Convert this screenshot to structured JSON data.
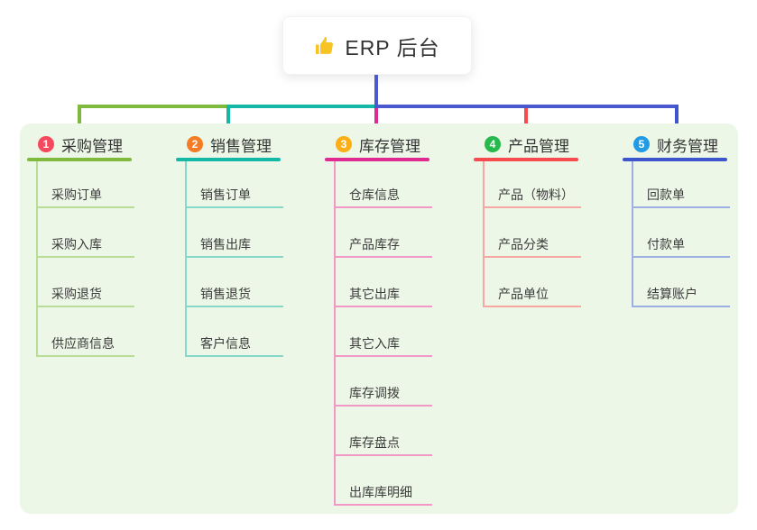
{
  "root": {
    "icon": "thumbs-up-icon",
    "title": "ERP 后台",
    "connector_color": "#4a59d0"
  },
  "colors": {
    "canvas_bg": "#ffffff",
    "panel_bg": "#edf7e7",
    "header_text": "#333333",
    "item_text": "#3b3b3b"
  },
  "panel": {
    "columns": [
      {
        "num": "1",
        "title": "采购管理",
        "badge_color": "#f5495e",
        "accent": "#7fba3f",
        "light": "#b9dc96",
        "items": [
          "采购订单",
          "采购入库",
          "采购退货",
          "供应商信息"
        ]
      },
      {
        "num": "2",
        "title": "销售管理",
        "badge_color": "#f57b24",
        "accent": "#15b8a6",
        "light": "#85d8ca",
        "items": [
          "销售订单",
          "销售出库",
          "销售退货",
          "客户信息"
        ]
      },
      {
        "num": "3",
        "title": "库存管理",
        "badge_color": "#fcaf17",
        "accent": "#df2a91",
        "light": "#f298c6",
        "items": [
          "仓库信息",
          "产品库存",
          "其它出库",
          "其它入库",
          "库存调拨",
          "库存盘点",
          "出库库明细"
        ]
      },
      {
        "num": "4",
        "title": "产品管理",
        "badge_color": "#26b94c",
        "accent": "#f64c50",
        "light": "#f8a6a2",
        "items": [
          "产品（物料）",
          "产品分类",
          "产品单位"
        ]
      },
      {
        "num": "5",
        "title": "财务管理",
        "badge_color": "#209be4",
        "accent": "#3d56cd",
        "light": "#9cb0e4",
        "items": [
          "回款单",
          "付款单",
          "结算账户"
        ]
      }
    ]
  }
}
